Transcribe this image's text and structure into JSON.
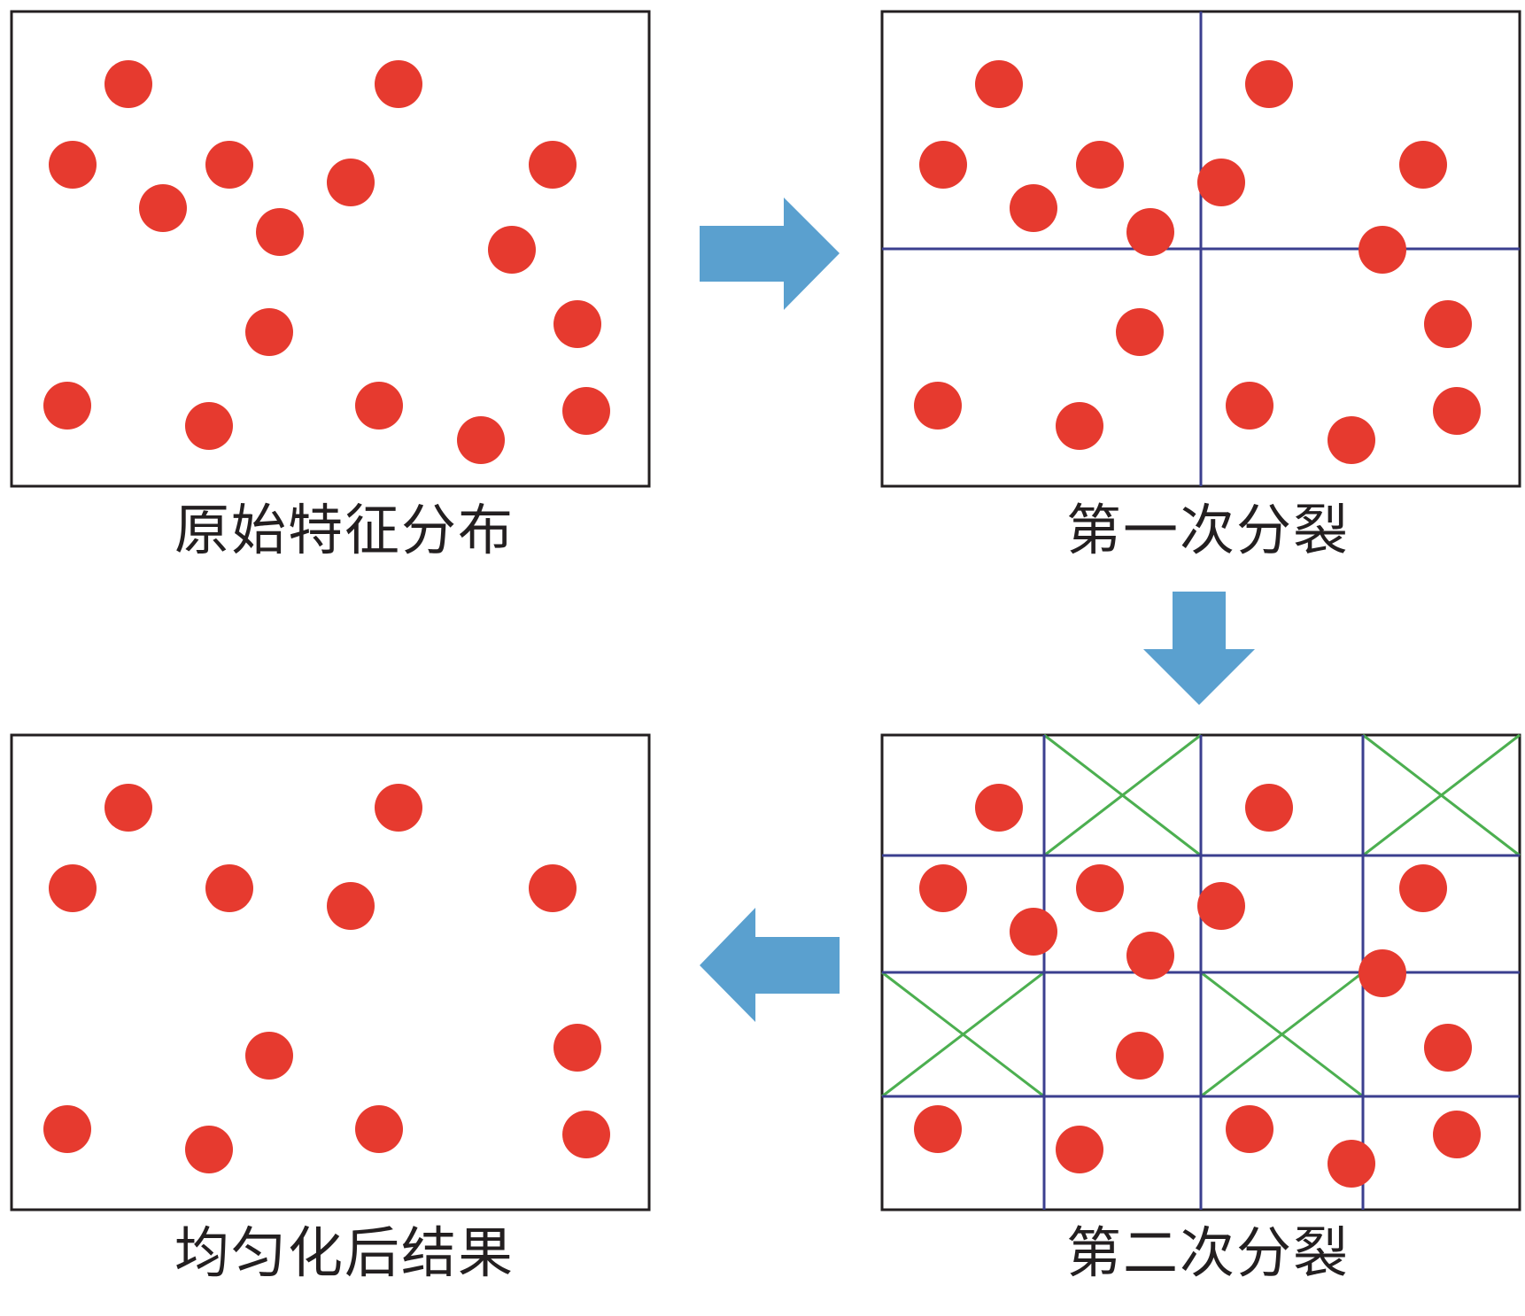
{
  "panels": {
    "original": {
      "label": "原始特征分布"
    },
    "split1": {
      "label": "第一次分裂"
    },
    "split2": {
      "label": "第二次分裂"
    },
    "result": {
      "label": "均匀化后结果"
    }
  },
  "colors": {
    "frame": "#231f20",
    "point": "#e63a2f",
    "split_line": "#3b3f8f",
    "cross_mark": "#4caf50",
    "arrow": "#5aa0cf",
    "caption": "#231f20"
  },
  "icons": {
    "step_arrow_1": "arrow-right-icon",
    "step_arrow_2": "arrow-down-icon",
    "step_arrow_3": "arrow-left-icon",
    "discarded_cell": "x-cross-icon"
  }
}
